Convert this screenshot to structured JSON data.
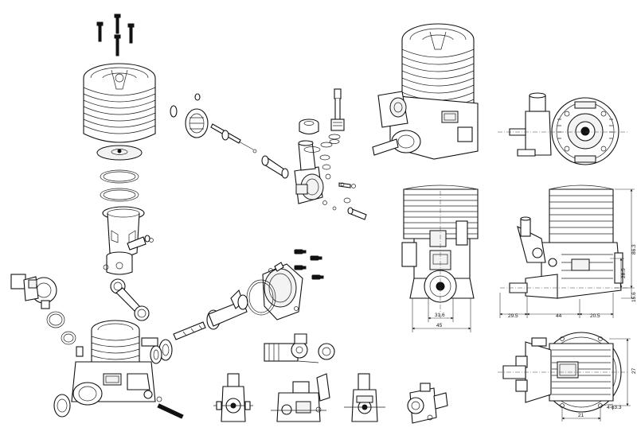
{
  "dimensions": {
    "front_width_inner": "31.6",
    "front_width_outer": "45",
    "side_height_total": "86.3",
    "side_height_mid": "28.5",
    "side_height_low": "15.6",
    "side_len_front": "29.5",
    "side_len_mid": "44",
    "side_len_rear": "20.5",
    "bottom_bolt_spacing": "21",
    "bottom_bolt_height": "27",
    "bottom_hole_callout": "4-ϕ3.3"
  },
  "colors": {
    "line": "#111111",
    "background": "#ffffff"
  }
}
